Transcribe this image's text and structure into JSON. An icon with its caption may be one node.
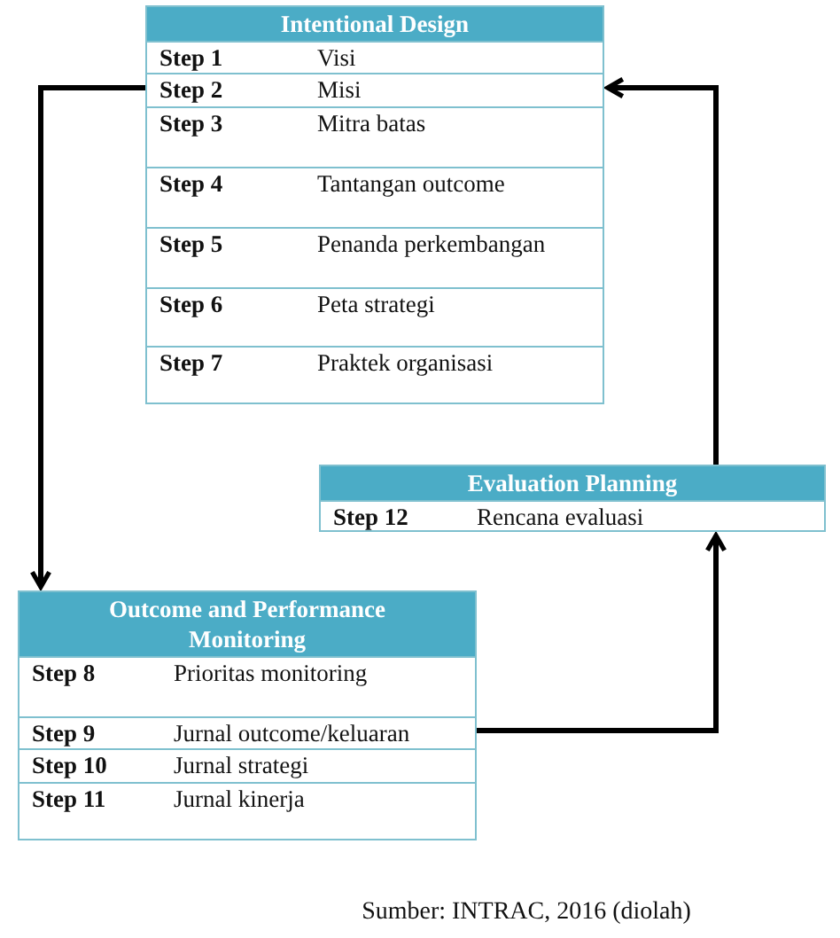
{
  "diagram": {
    "caption": "Sumber: INTRAC, 2016 (diolah)",
    "nodes": [
      {
        "text": [
          "Intentional Design"
        ]
      },
      {
        "text": [
          "Step 1",
          "Visi"
        ],
        "in": 0
      },
      {
        "text": [
          "Step 2",
          "Misi"
        ],
        "in": 0
      },
      {
        "text": [
          "Step 3",
          "Mitra batas"
        ],
        "in": 0
      },
      {
        "text": [
          "Step 4",
          "Tantangan outcome"
        ],
        "in": 0
      },
      {
        "text": [
          "Step 5",
          "Penanda perkembangan"
        ],
        "in": 0
      },
      {
        "text": [
          "Step 6",
          "Peta strategi"
        ],
        "in": 0
      },
      {
        "text": [
          "Step 7",
          "Praktek organisasi"
        ],
        "in": 0
      },
      {
        "text": [
          "Evaluation Planning"
        ]
      },
      {
        "text": [
          "Step 12",
          "Rencana evaluasi"
        ],
        "in": 8
      },
      {
        "text": [
          "Outcome and Performance Monitoring"
        ]
      },
      {
        "text": [
          "Step 8",
          "Prioritas monitoring"
        ],
        "in": 10
      },
      {
        "text": [
          "Step 9",
          "Jurnal outcome/keluaran"
        ],
        "in": 10
      },
      {
        "text": [
          "Step 10",
          "Jurnal strategi"
        ],
        "in": 10
      },
      {
        "text": [
          "Step 11",
          "Jurnal kinerja"
        ],
        "in": 10
      }
    ],
    "edges": [
      {
        "from": 2,
        "to": 10,
        "arrow": "to"
      },
      {
        "from": 12,
        "to": 8,
        "arrow": "to"
      },
      {
        "from": 8,
        "to": 2,
        "arrow": "to"
      }
    ]
  }
}
